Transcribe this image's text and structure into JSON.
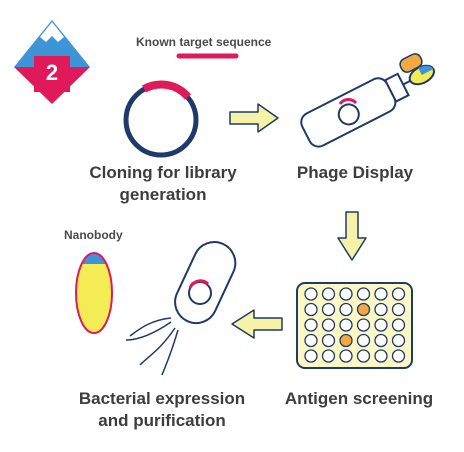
{
  "step_badge": {
    "number": "2"
  },
  "labels": {
    "known_target": "Known target sequence",
    "cloning_line1": "Cloning for library",
    "cloning_line2": "generation",
    "phage_display": "Phage Display",
    "antigen_screening": "Antigen screening",
    "expression_line1": "Bacterial expression",
    "expression_line2": "and purification",
    "nanobody": "Nanobody"
  },
  "colors": {
    "navy": "#1f3a68",
    "magenta": "#e0195b",
    "yellow": "#f3ec54",
    "blue": "#3d94d6",
    "orange": "#f3a93f",
    "pale_yellow": "#fbf8c5",
    "arrow_fill": "#f6f3a8"
  }
}
